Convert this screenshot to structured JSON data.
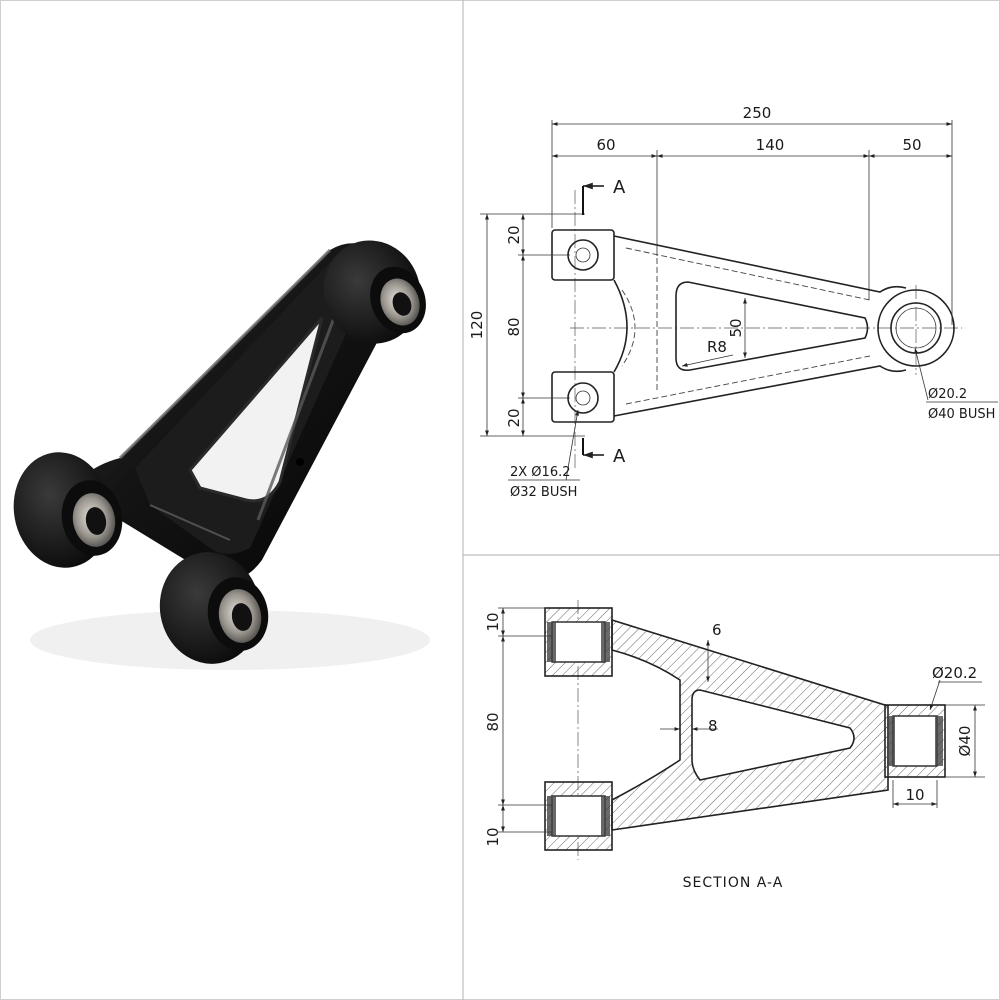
{
  "panels": {
    "photo": {
      "subject": "black tubular A-arm with three rubber bushings"
    },
    "plan_view": {
      "dims": {
        "overall_length": "250",
        "seg_left": "60",
        "seg_mid": "140",
        "seg_right": "50",
        "overall_height": "120",
        "top_offset": "20",
        "pivot_spacing": "80",
        "bottom_offset": "20",
        "window_height": "50",
        "window_radius": "R8"
      },
      "notes": {
        "left_hole_qty": "2X Ø16.2",
        "left_bush": "Ø32 BUSH",
        "right_hole": "Ø20.2",
        "right_bush": "Ø40 BUSH"
      },
      "section_marks": {
        "top": "A",
        "bottom": "A"
      }
    },
    "section_view": {
      "dims": {
        "top_wall": "10",
        "pivot_spacing": "80",
        "bottom_wall": "10",
        "rib_thickness": "6",
        "inner_web": "8",
        "hole_dia": "Ø20.2",
        "outer_dia": "Ø40",
        "sleeve_width": "10"
      },
      "title": "SECTION A-A"
    }
  }
}
